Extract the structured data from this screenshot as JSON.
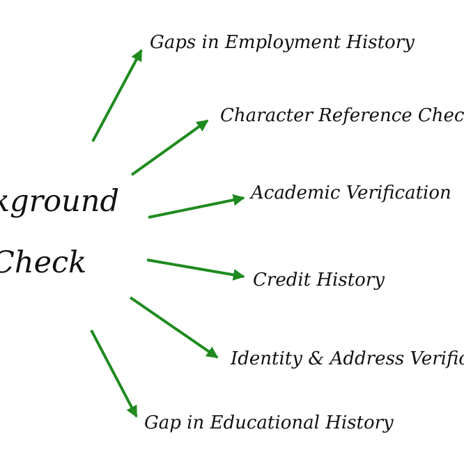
{
  "center": {
    "line1": "ckground",
    "line2": "Check"
  },
  "branches": [
    {
      "label": "Gaps in Employment History"
    },
    {
      "label": "Character Reference Check"
    },
    {
      "label": "Academic Verification"
    },
    {
      "label": "Credit History"
    },
    {
      "label": "Identity & Address Verific"
    },
    {
      "label": "Gap in Educational History"
    }
  ],
  "colors": {
    "arrow": "#1f8a1f",
    "text": "#111111",
    "background": "#ffffff"
  }
}
